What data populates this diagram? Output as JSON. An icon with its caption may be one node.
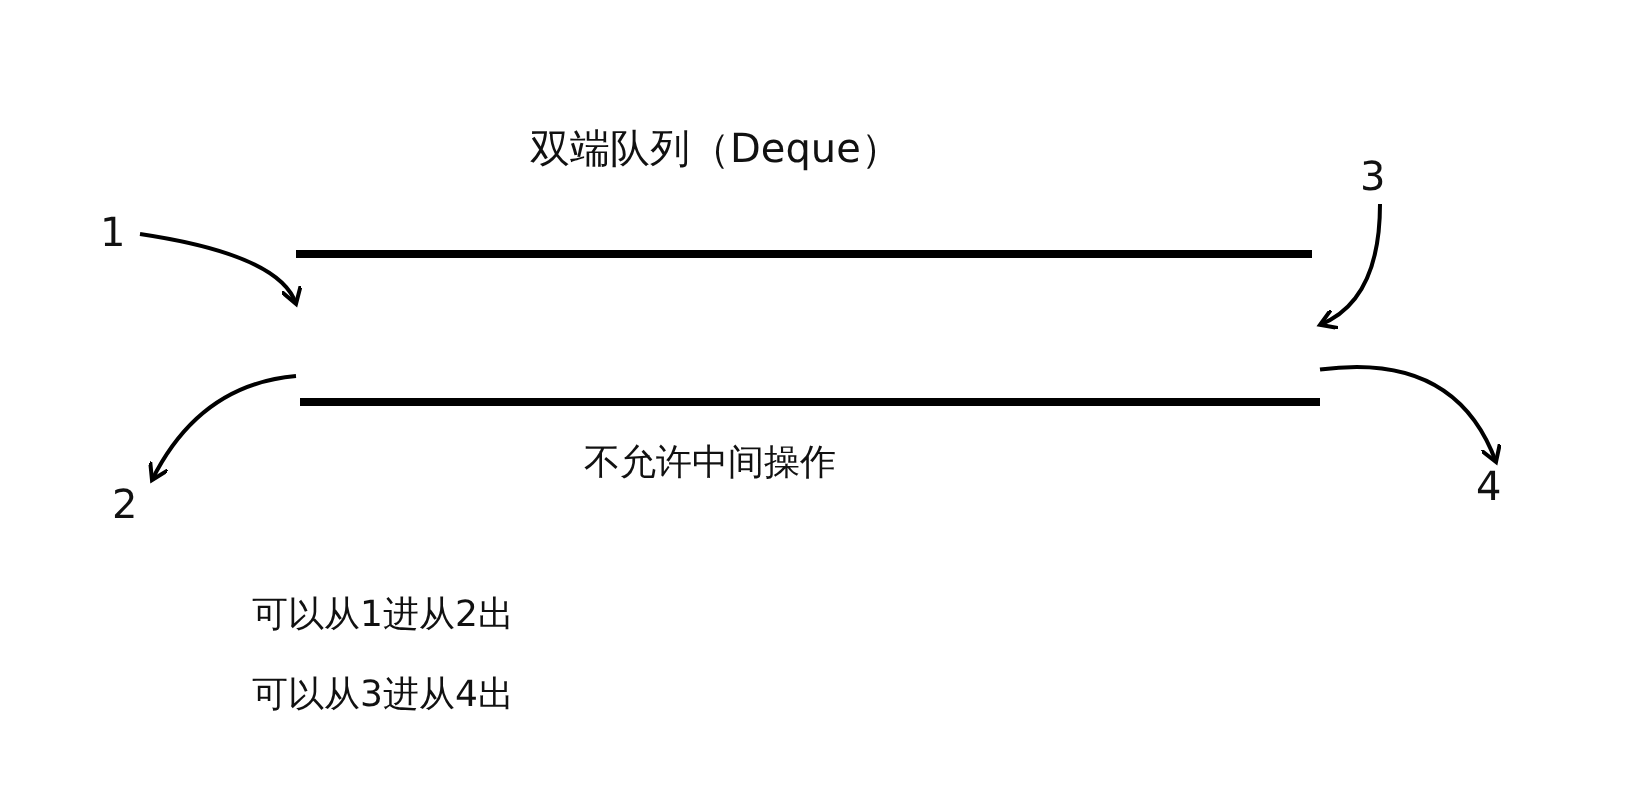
{
  "diagram": {
    "title": "双端队列（Deque）",
    "nodes": [
      {
        "text": [
          "1"
        ]
      },
      {
        "text": [
          "3"
        ]
      },
      {
        "text": [],
        "shape": "box"
      },
      {
        "text": [
          "2"
        ]
      },
      {
        "text": [
          "4"
        ]
      }
    ],
    "edges": [
      {
        "from": 0,
        "to": 2,
        "arrow": "to"
      },
      {
        "from": 1,
        "to": 2,
        "arrow": "to"
      },
      {
        "from": 2,
        "to": 3,
        "arrow": "to"
      },
      {
        "from": 2,
        "to": 4,
        "arrow": "to"
      }
    ],
    "labels": [
      "不允许中间操作",
      "可以从1进从2出",
      "可以从3进从4出"
    ]
  }
}
